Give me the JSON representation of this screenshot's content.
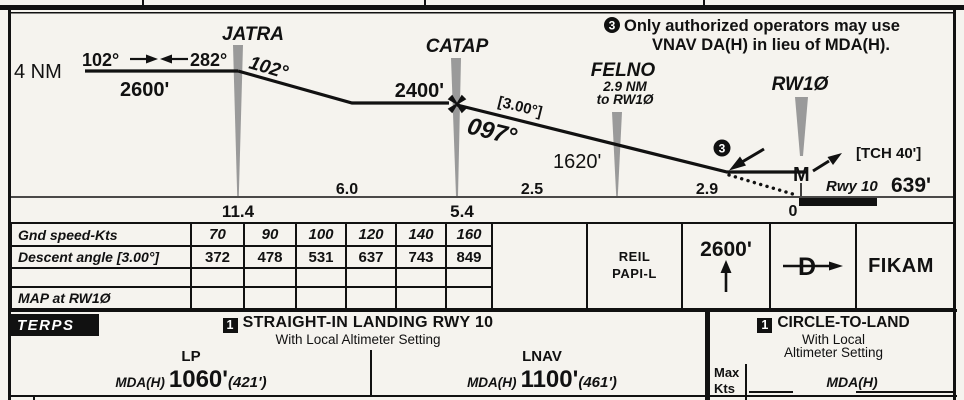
{
  "profile": {
    "procedure_turn": {
      "distance_label": "4 NM",
      "outbound_course": "102°",
      "inbound_course": "282°",
      "altitude": "2600'"
    },
    "jatra": {
      "name": "JATRA",
      "course_after": "102°"
    },
    "catap": {
      "name": "CATAP",
      "altitude": "2400'",
      "descent_angle": "[3.00°]",
      "final_course": "097°"
    },
    "felno": {
      "name": "FELNO",
      "dist_line1": "2.9 NM",
      "dist_line2": "to RW1Ø",
      "altitude": "1620'"
    },
    "rw10": {
      "name": "RW1Ø",
      "map_symbol": "M",
      "tch": "[TCH 40']",
      "rwy_label": "Rwy 10",
      "rwy_elevation": "639'"
    },
    "distances": {
      "jatra_dme": "11.4",
      "jatra_to_catap": "6.0",
      "catap_dme": "5.4",
      "catap_to_felno": "2.5",
      "felno_to_rw10": "2.9",
      "threshold": "0"
    },
    "note3_ref": "3",
    "note3_line1": "Only authorized operators may use",
    "note3_line2": "VNAV DA(H) in lieu of MDA(H)."
  },
  "conversion_table": {
    "speed_label": "Gnd speed-Kts",
    "speeds": [
      "70",
      "90",
      "100",
      "120",
      "140",
      "160"
    ],
    "angle_label": "Descent angle [3.00°]",
    "rates": [
      "372",
      "478",
      "531",
      "637",
      "743",
      "849"
    ],
    "map_label": "MAP at RW1Ø"
  },
  "info_row": {
    "lighting_line1": "REIL",
    "lighting_line2": "PAPI-L",
    "ma_initial_altitude": "2600'",
    "ma_direct_symbol": "D",
    "ma_fix": "FIKAM"
  },
  "minimums": {
    "terps_label": "TERPS",
    "straight_in": {
      "note_ref": "1",
      "title": "STRAIGHT-IN LANDING RWY 10",
      "subtitle": "With Local Altimeter Setting",
      "lp": {
        "label": "LP",
        "mda_label": "MDA(H)",
        "mda": "1060'",
        "height": "(421')"
      },
      "lnav": {
        "label": "LNAV",
        "mda_label": "MDA(H)",
        "mda": "1100'",
        "height": "(461')"
      }
    },
    "circle_to_land": {
      "note_ref": "1",
      "title": "CIRCLE-TO-LAND",
      "subtitle_line1": "With Local",
      "subtitle_line2": "Altimeter Setting",
      "max_line1": "Max",
      "max_line2": "Kts",
      "mda_label": "MDA(H)"
    }
  },
  "colors": {
    "paper": "#f5f3ee",
    "ink": "#111111",
    "fix_bar": "#9a9a9a"
  }
}
